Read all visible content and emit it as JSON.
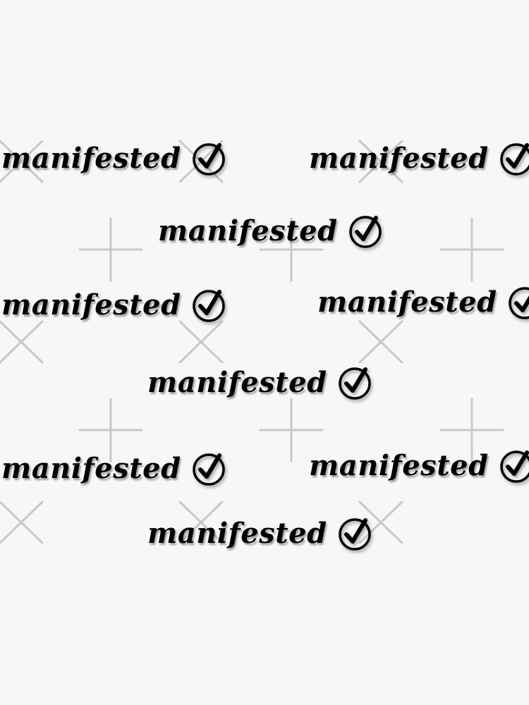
{
  "sticker": {
    "word": "manifested",
    "icon": "check-circle-icon",
    "text_color": "#000000",
    "background_color": "#f7f7f7",
    "pattern_color": "#c8c8c8",
    "pattern_icons": [
      "plus-icon",
      "x-cross-icon"
    ]
  },
  "repeats": [
    {
      "word": "manifested"
    },
    {
      "word": "manifested"
    },
    {
      "word": "manifested"
    },
    {
      "word": "manifested"
    },
    {
      "word": "manifested"
    },
    {
      "word": "manifested"
    },
    {
      "word": "manifested"
    },
    {
      "word": "manifested"
    },
    {
      "word": "manifested"
    }
  ]
}
